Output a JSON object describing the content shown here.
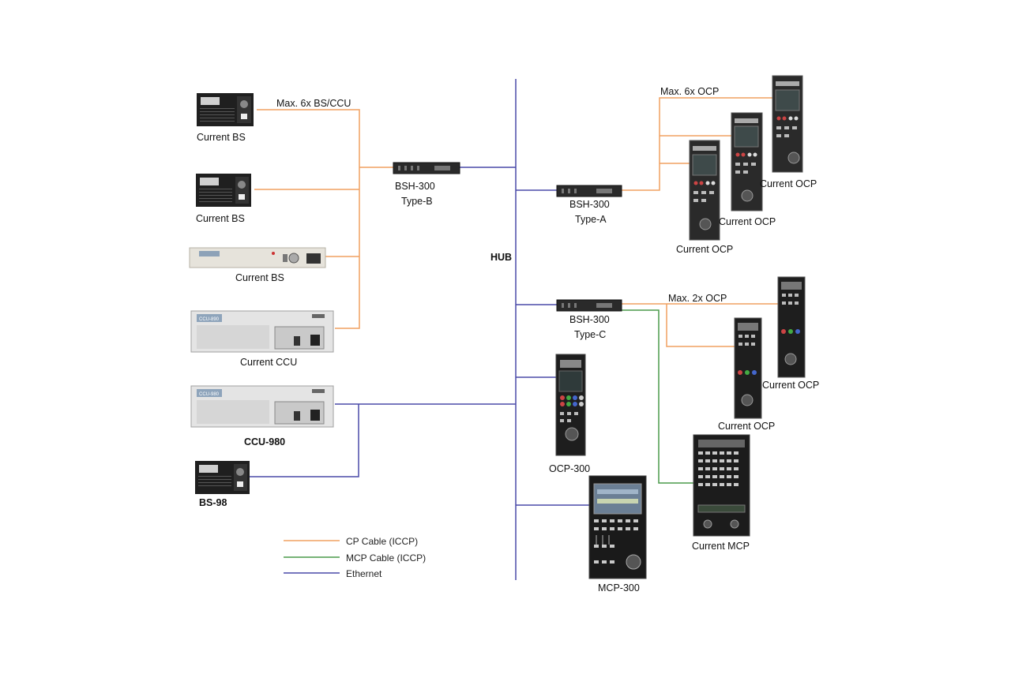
{
  "labels": {
    "max_bs_ccu": "Max. 6x BS/CCU",
    "bs1": "Current BS",
    "bs2": "Current BS",
    "bs3": "Current BS",
    "ccu": "Current CCU",
    "ccu980": "CCU-980",
    "bs98": "BS-98",
    "bshb_1": "BSH-300",
    "bshb_2": "Type-B",
    "hub": "HUB",
    "bsha_1": "BSH-300",
    "bsha_2": "Type-A",
    "max_ocp6": "Max. 6x OCP",
    "ocp_a1": "Current OCP",
    "ocp_a2": "Current OCP",
    "ocp_a3": "Current OCP",
    "bshc_1": "BSH-300",
    "bshc_2": "Type-C",
    "max_ocp2": "Max. 2x OCP",
    "ocp_c1": "Current OCP",
    "ocp_c2": "Current OCP",
    "ocp300": "OCP-300",
    "mcp_cur": "Current MCP",
    "mcp300": "MCP-300",
    "ccu_panel_text": "CCU-890",
    "ccu980_panel_text": "CCU-980"
  },
  "legend": [
    {
      "label": "CP Cable (ICCP)",
      "color": "#f0a060"
    },
    {
      "label": "MCP Cable (ICCP)",
      "color": "#4a9a4a"
    },
    {
      "label": "Ethernet",
      "color": "#4a4aa8"
    }
  ],
  "colors": {
    "cp_cable": "#f0a060",
    "mcp_cable": "#4a9a4a",
    "ethernet": "#4a4aa8",
    "hub_line": "#3c3ca0",
    "device_dark": "#1c1c1c",
    "device_light": "#dcdcdc"
  }
}
